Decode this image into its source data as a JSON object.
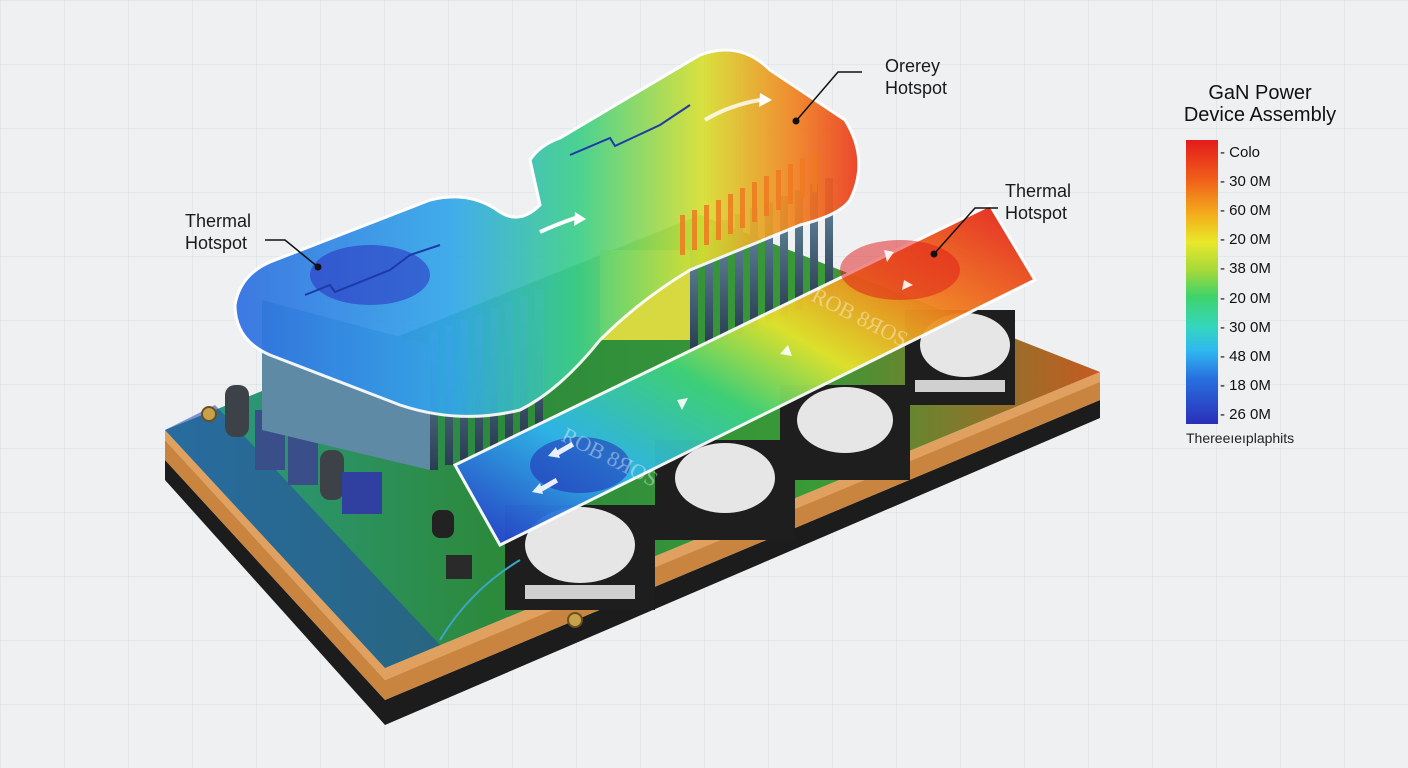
{
  "title": "GaN Power Device Assembly",
  "legend": {
    "title_line1": "GaN Power",
    "title_line2": "Device Assembly",
    "ticks": [
      "Colo",
      "30 0M",
      "60 0M",
      "20 0M",
      "38 0M",
      "20 0M",
      "30 0M",
      "48 0M",
      "18 0M",
      "26 0M"
    ],
    "footer": "Thereeıeıplaphits",
    "colors": [
      "#e41a1c",
      "#f0601a",
      "#f3b21c",
      "#e8e82a",
      "#a5d93a",
      "#3ed36a",
      "#35d6c0",
      "#2fb8ef",
      "#2870e0",
      "#2a2fb8"
    ]
  },
  "callouts": {
    "left": {
      "line1": "Thermal",
      "line2": "Hotspot"
    },
    "top": {
      "line1": "Orerey",
      "line2": "Hotspot"
    },
    "right": {
      "line1": "Thermal",
      "line2": "Hotspot"
    }
  },
  "overlay_text": {
    "strip_label_1": "ROB 8ЯOS",
    "strip_label_2": "ROB 8ЯOS"
  },
  "components": {
    "heatsinks": 2,
    "inductors": 4,
    "board_layers": [
      "pcb-green",
      "copper",
      "black-substrate"
    ]
  }
}
